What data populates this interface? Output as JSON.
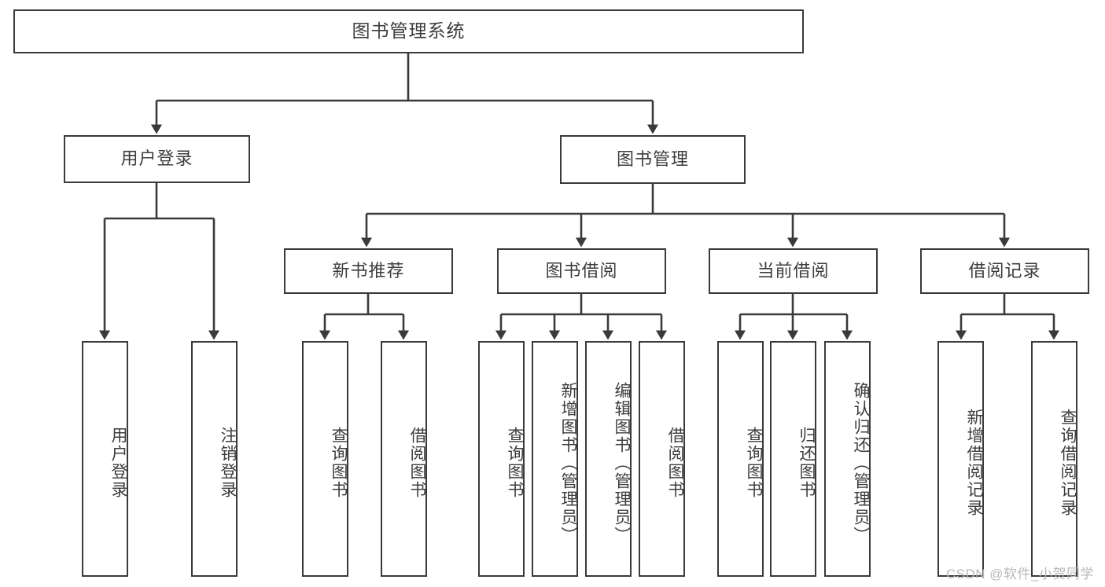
{
  "diagram": {
    "title": "图书管理系统",
    "type": "hierarchy-tree",
    "colors": {
      "line": "#3a3a3a",
      "box_border": "#3a3a3a",
      "box_fill": "#ffffff",
      "text": "#3d3d3d",
      "background": "#ffffff",
      "watermark": "#b9b9b9"
    },
    "root": {
      "label": "图书管理系统"
    },
    "level2": [
      {
        "label": "用户登录"
      },
      {
        "label": "图书管理"
      }
    ],
    "level3": [
      {
        "label": "新书推荐"
      },
      {
        "label": "图书借阅"
      },
      {
        "label": "当前借阅"
      },
      {
        "label": "借阅记录"
      }
    ],
    "leaves": {
      "user_login": [
        {
          "label": "用户登录"
        },
        {
          "label": "注销登录"
        }
      ],
      "new_book_recommend": [
        {
          "label": "查询图书"
        },
        {
          "label": "借阅图书"
        }
      ],
      "book_borrow": [
        {
          "label": "查询图书"
        },
        {
          "label": "新增图书（管理员）"
        },
        {
          "label": "编辑图书（管理员）"
        },
        {
          "label": "借阅图书"
        }
      ],
      "current_borrow": [
        {
          "label": "查询图书"
        },
        {
          "label": "归还图书"
        },
        {
          "label": "确认归还（管理员）"
        }
      ],
      "borrow_record": [
        {
          "label": "新增借阅记录"
        },
        {
          "label": "查询借阅记录"
        }
      ]
    },
    "watermark": "CSDN @软件_小贺同学"
  }
}
